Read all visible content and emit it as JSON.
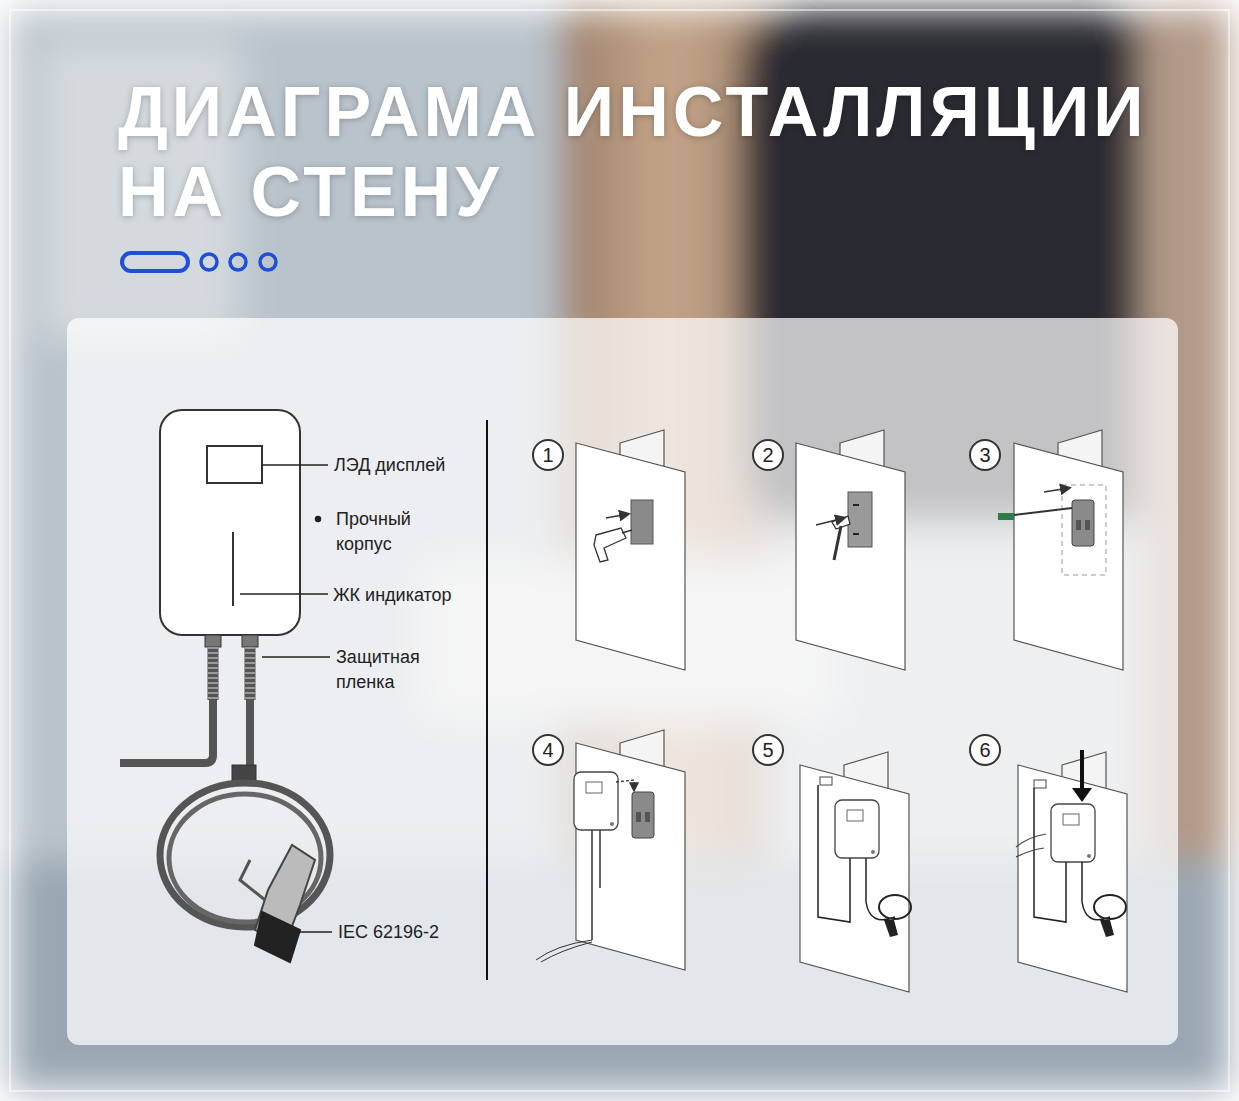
{
  "diagram": {
    "title": "ДИАГРАМА ИНСТАЛЛЯЦИИ НА СТЕНУ",
    "labels": [
      "ЛЭД дисплей",
      "Прочный корпус",
      "ЖК индикатор",
      "Защитная пленка",
      "IEC 62196-2",
      "1",
      "2",
      "3",
      "4",
      "5",
      "6"
    ]
  }
}
